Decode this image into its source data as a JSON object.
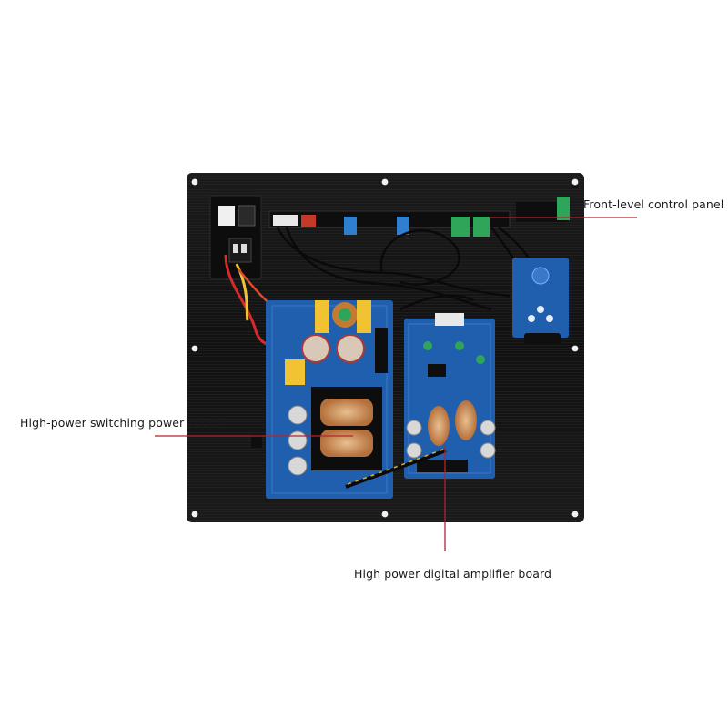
{
  "callouts": {
    "front_panel": "Front-level control panel",
    "power_supply": "High-power switching power supply",
    "amplifier": "High power digital amplifier board"
  },
  "colors": {
    "plate": "#141414",
    "pcb_blue": "#1f5fae",
    "leader_line": "#b3242c",
    "background": "#ffffff"
  }
}
